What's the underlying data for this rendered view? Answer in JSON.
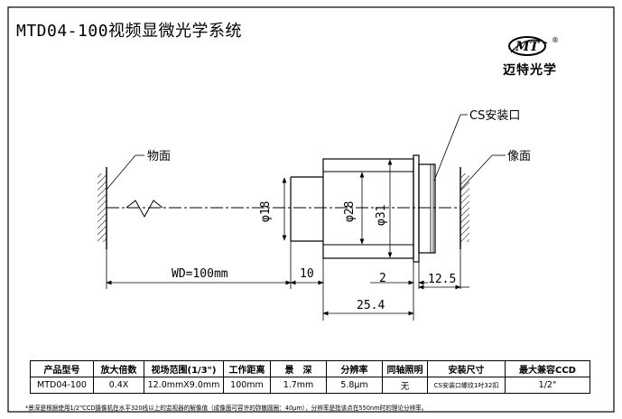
{
  "title": "MTD04-100视频显微光学系统",
  "brand": {
    "logo_text": "MT",
    "registered_mark": "®",
    "name": "迈特光学"
  },
  "diagram": {
    "object_plane_label": "物面",
    "image_plane_label": "像面",
    "mount_label": "CS安装口",
    "dimensions": {
      "working_distance": "WD=100mm",
      "front_tube_length": "10",
      "flange_offset": "2",
      "back_focal": "12.5",
      "body_length": "25.4",
      "front_diameter": "φ18",
      "mid_diameter": "φ28",
      "body_diameter": "φ31"
    }
  },
  "spec_table": {
    "headers": [
      "产品型号",
      "放大倍数",
      "视场范围(1/3\")",
      "工作距离",
      "景　深",
      "分辨率",
      "同轴照明",
      "安装尺寸",
      "最大兼容CCD"
    ],
    "row": [
      "MTD04-100",
      "0.4X",
      "12.0mmX9.0mm",
      "100mm",
      "1.7mm",
      "5.8μm",
      "无",
      "CS安装口螺纹1吋32扣",
      "1/2\""
    ]
  },
  "footnote": "*景深是根据使用1/2\"CCD摄像机在水平320线以上的监视器的解像值（成像面可容许的弥散圆圈：40μm），分辨率是指该点在550nm时的理论分辨率。"
}
